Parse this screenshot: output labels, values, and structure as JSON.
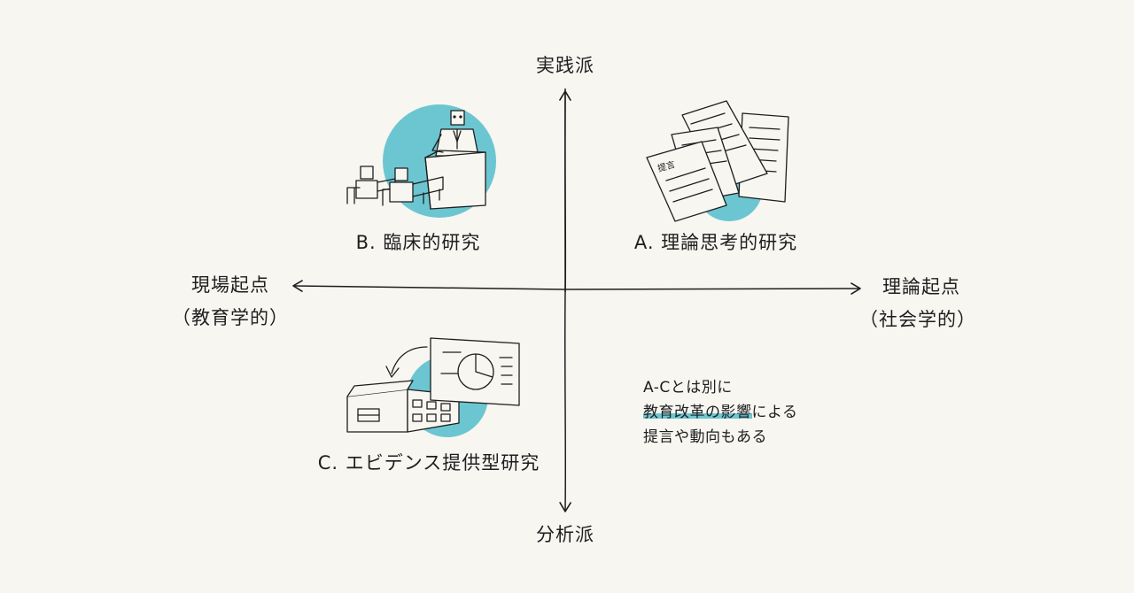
{
  "axes": {
    "top": "実践派",
    "bottom": "分析派",
    "left_line1": "現場起点",
    "left_line2": "（教育学的）",
    "right_line1": "理論起点",
    "right_line2": "（社会学的）"
  },
  "quadrants": {
    "a": "A. 理論思考的研究",
    "b": "B. 臨床的研究",
    "c": "C. エビデンス提供型研究"
  },
  "note": {
    "line1": "A-Cとは別に",
    "line2_highlight": "教育改革の影響",
    "line2_rest": "による",
    "line3": "提言や動向もある"
  },
  "document_stamp": "提言",
  "colors": {
    "accent": "#6cc6d1",
    "ink": "#1e1e1e",
    "background": "#f7f6f1"
  }
}
